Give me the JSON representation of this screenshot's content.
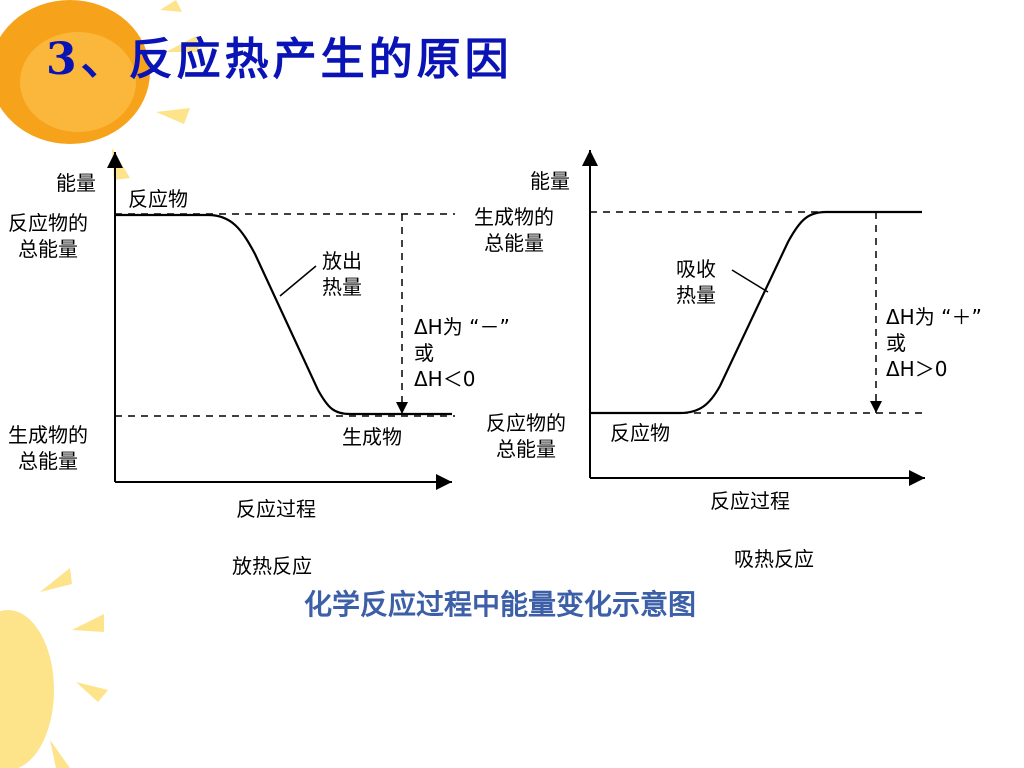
{
  "title": "3、反应热产生的原因",
  "exothermic": {
    "y_axis_label": "能量",
    "reactant_label": "反应物",
    "reactant_energy_label": "反应物的\n总能量",
    "product_label": "生成物",
    "product_energy_label": "生成物的\n总能量",
    "release_label": "放出\n热量",
    "delta_h_label": "ΔH为 “－”\n或\nΔH＜0",
    "x_axis_label": "反应过程",
    "diagram_caption": "放热反应"
  },
  "endothermic": {
    "y_axis_label": "能量",
    "product_energy_label": "生成物的\n总能量",
    "absorb_label": "吸收\n热量",
    "delta_h_label": "ΔH为 “＋”\n或\nΔH＞0",
    "reactant_energy_label": "反应物的\n总能量",
    "reactant_label": "反应物",
    "x_axis_label": "反应过程",
    "diagram_caption": "吸热反应"
  },
  "caption": "化学反应过程中能量变化示意图",
  "colors": {
    "title": "#0a13b5",
    "caption": "#3d5fa8",
    "sun_orange": "#f7a21b",
    "sun_yellow": "#fde38a"
  }
}
